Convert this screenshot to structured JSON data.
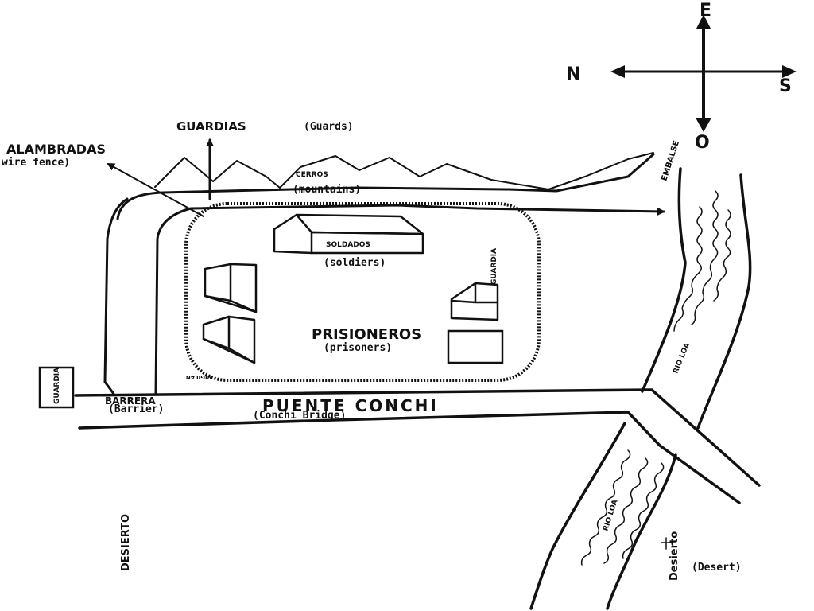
{
  "compass": {
    "east": "E",
    "north": "N",
    "south": "S",
    "west": "O"
  },
  "labels": {
    "guardias": "GUARDIAS",
    "guards": "(Guards)",
    "alambradas": "ALAMBRADAS",
    "wire_fence": "wire fence)",
    "cerros": "CERROS",
    "mountains": "(mountains)",
    "embalse": "EMBALSE",
    "soldados": "SOLDADOS",
    "soldiers": "(soldiers)",
    "guardia_right": "GUARDIA",
    "guardia_left": "GUARDIA",
    "prisioneros": "PRISIONEROS",
    "prisoners": "(prisoners)",
    "small_building": "VIGILAN",
    "barrera": "BARRERA",
    "barrier": "(Barrier)",
    "puente_conchi": "PUENTE  CONCHI",
    "conchi_bridge": "(Conchi Bridge)",
    "rio_loa_upper": "RIO LOA",
    "rio_loa_lower": "RIO LOA",
    "desierto_left": "DESIERTO",
    "desierto_right": "Desierto",
    "desert": "(Desert)"
  }
}
